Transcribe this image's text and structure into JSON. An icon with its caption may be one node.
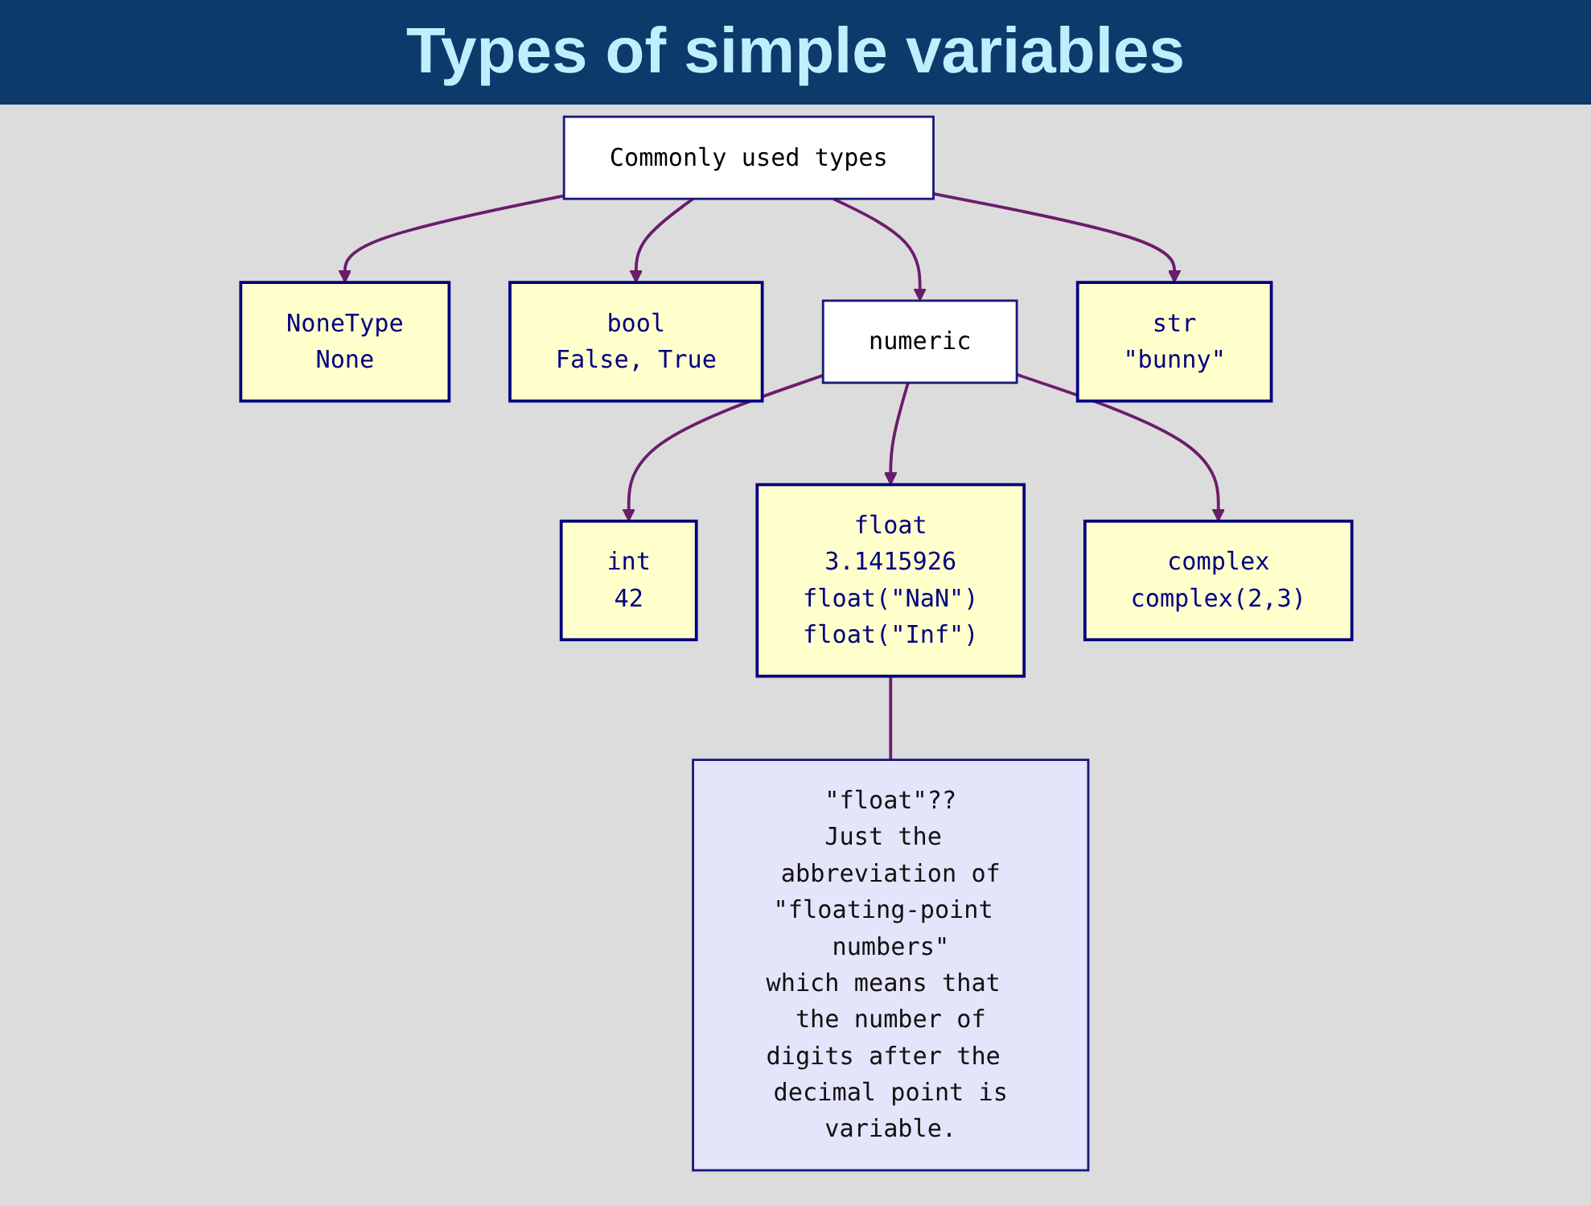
{
  "diagram": {
    "title": "Types of simple variables",
    "nodes": [
      {
        "text": [
          "Commonly used types"
        ]
      },
      {
        "text": [
          "NoneType",
          "None"
        ]
      },
      {
        "text": [
          "bool",
          "False, True"
        ]
      },
      {
        "text": [
          "numeric"
        ]
      },
      {
        "text": [
          "str",
          "\"bunny\""
        ]
      },
      {
        "text": [
          "int",
          "42"
        ]
      },
      {
        "text": [
          "float",
          "3.1415926",
          "float(\"NaN\")",
          "float(\"Inf\")"
        ]
      },
      {
        "text": [
          "complex",
          "complex(2,3)"
        ]
      },
      {
        "text": [
          "\"float\"??",
          "Just the abbreviation of \"floating-point numbers\" which means that the number of digits after the decimal point is variable."
        ]
      }
    ],
    "edges": [
      {
        "from": 0,
        "to": 1,
        "arrow": "to"
      },
      {
        "from": 0,
        "to": 3,
        "arrow": "to"
      },
      {
        "from": 0,
        "to": 4,
        "arrow": "to"
      },
      {
        "from": 0,
        "to": 2,
        "arrow": "to"
      },
      {
        "from": 3,
        "to": 5,
        "arrow": "to"
      },
      {
        "from": 3,
        "to": 6,
        "arrow": "to"
      },
      {
        "from": 3,
        "to": 7,
        "arrow": "to"
      },
      {
        "from": 6,
        "to": 8,
        "arrow": "none"
      }
    ]
  }
}
